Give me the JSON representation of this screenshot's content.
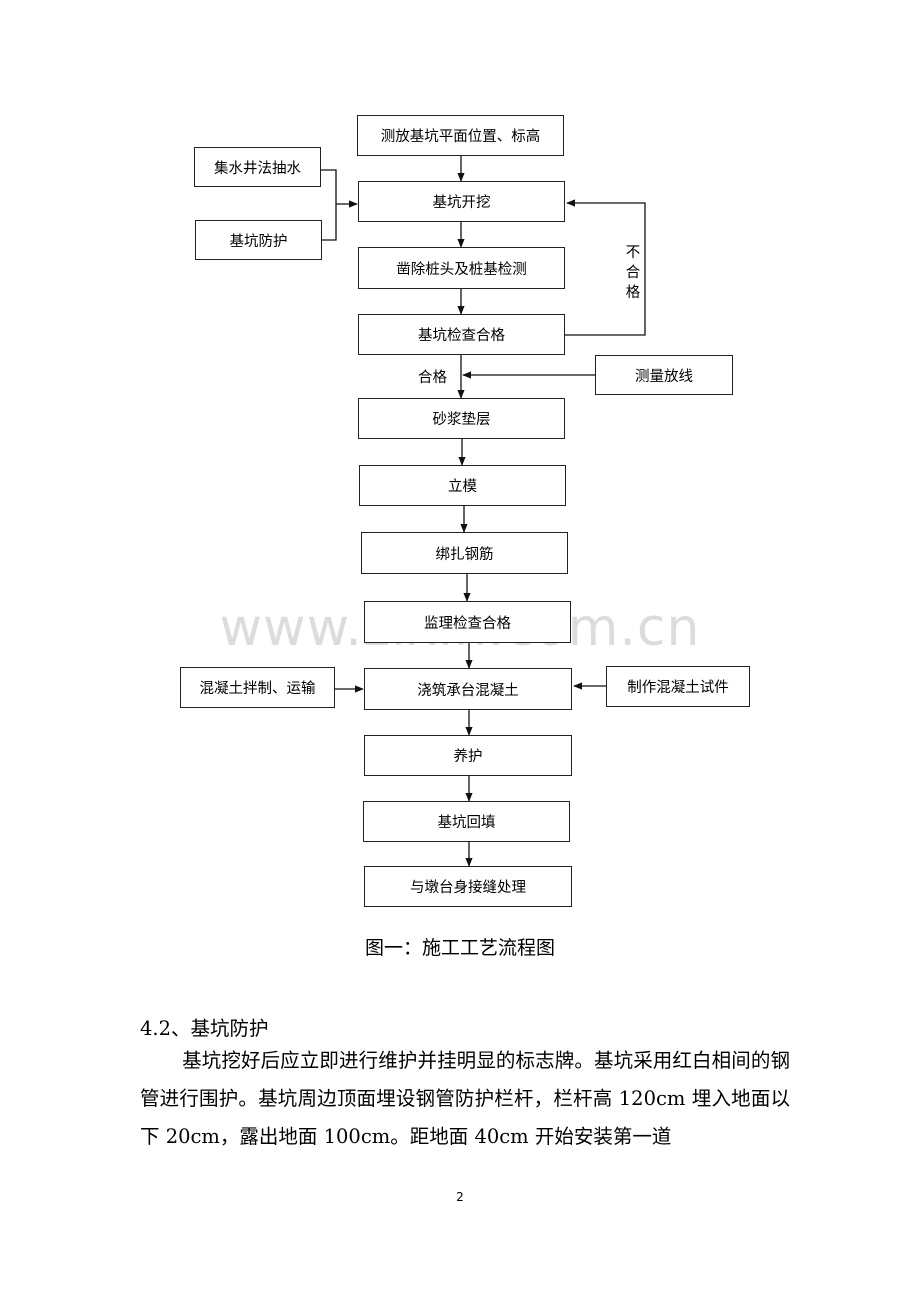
{
  "flowchart": {
    "nodes": {
      "survey": "测放基坑平面位置、标高",
      "excavate": "基坑开挖",
      "pile_head": "凿除桩头及桩基检测",
      "pit_check": "基坑检查合格",
      "mortar": "砂浆垫层",
      "formwork": "立模",
      "rebar": "绑扎钢筋",
      "supervision": "监理检查合格",
      "pour": "浇筑承台混凝土",
      "curing": "养护",
      "backfill": "基坑回填",
      "joint": "与墩台身接缝处理"
    },
    "side_nodes": {
      "sump": "集水井法抽水",
      "protection": "基坑防护",
      "layout": "测量放线",
      "mixing": "混凝土拌制、运输",
      "specimen": "制作混凝土试件"
    },
    "labels": {
      "pass": "合格",
      "fail": "不合格"
    }
  },
  "caption": "图一：施工工艺流程图",
  "watermark": "www.zixin.com.cn",
  "section": {
    "heading": "4.2、基坑防护",
    "paragraph": "基坑挖好后应立即进行维护并挂明显的标志牌。基坑采用红白相间的钢管进行围护。基坑周边顶面埋设钢管防护栏杆，栏杆高 120cm 埋入地面以下 20cm，露出地面 100cm。距地面 40cm 开始安装第一道"
  },
  "page_number": "2"
}
